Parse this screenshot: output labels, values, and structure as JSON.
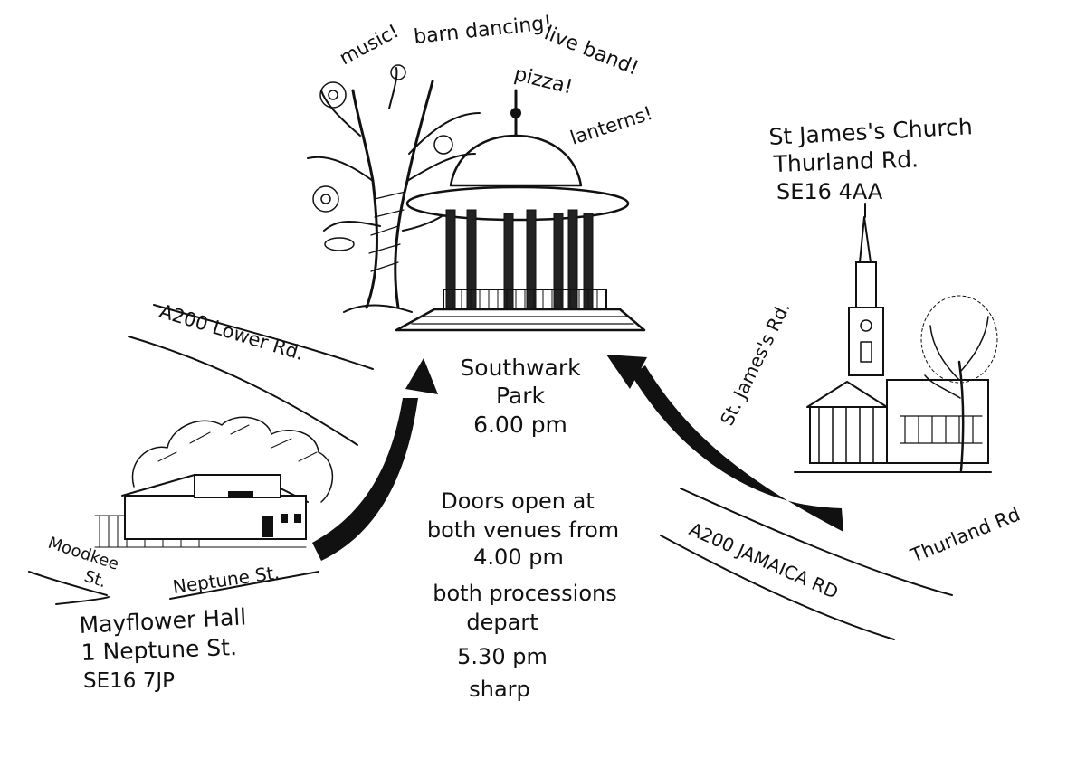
{
  "park_activities": [
    "music!",
    "barn dancing!",
    "live band!",
    "pizza!",
    "lanterns!"
  ],
  "destination": {
    "name_line1": "Southwark",
    "name_line2": "Park",
    "time": "6.00 pm"
  },
  "church": {
    "name": "St James's Church",
    "street": "Thurland Rd.",
    "postcode": "SE16 4AA"
  },
  "hall": {
    "name": "Mayflower Hall",
    "street": "1 Neptune St.",
    "postcode": "SE16 7JP"
  },
  "roads": {
    "lower_rd": "A200 Lower Rd.",
    "jamaica_rd": "A200 JAMAICA RD",
    "st_james_rd": "St. James's Rd.",
    "thurland_rd": "Thurland Rd",
    "neptune_st": "Neptune St.",
    "moodkee_line1": "Moodkee",
    "moodkee_line2": "St."
  },
  "info": {
    "doors_line1": "Doors open at",
    "doors_line2": "both venues from",
    "doors_line3": "4.00 pm",
    "proc_line1": "both processions",
    "proc_line2": "depart",
    "proc_line3": "5.30 pm",
    "proc_line4": "sharp"
  },
  "icons": [
    "bandstand-icon",
    "tree-icon",
    "church-icon",
    "hall-icon",
    "arrow-icon"
  ]
}
